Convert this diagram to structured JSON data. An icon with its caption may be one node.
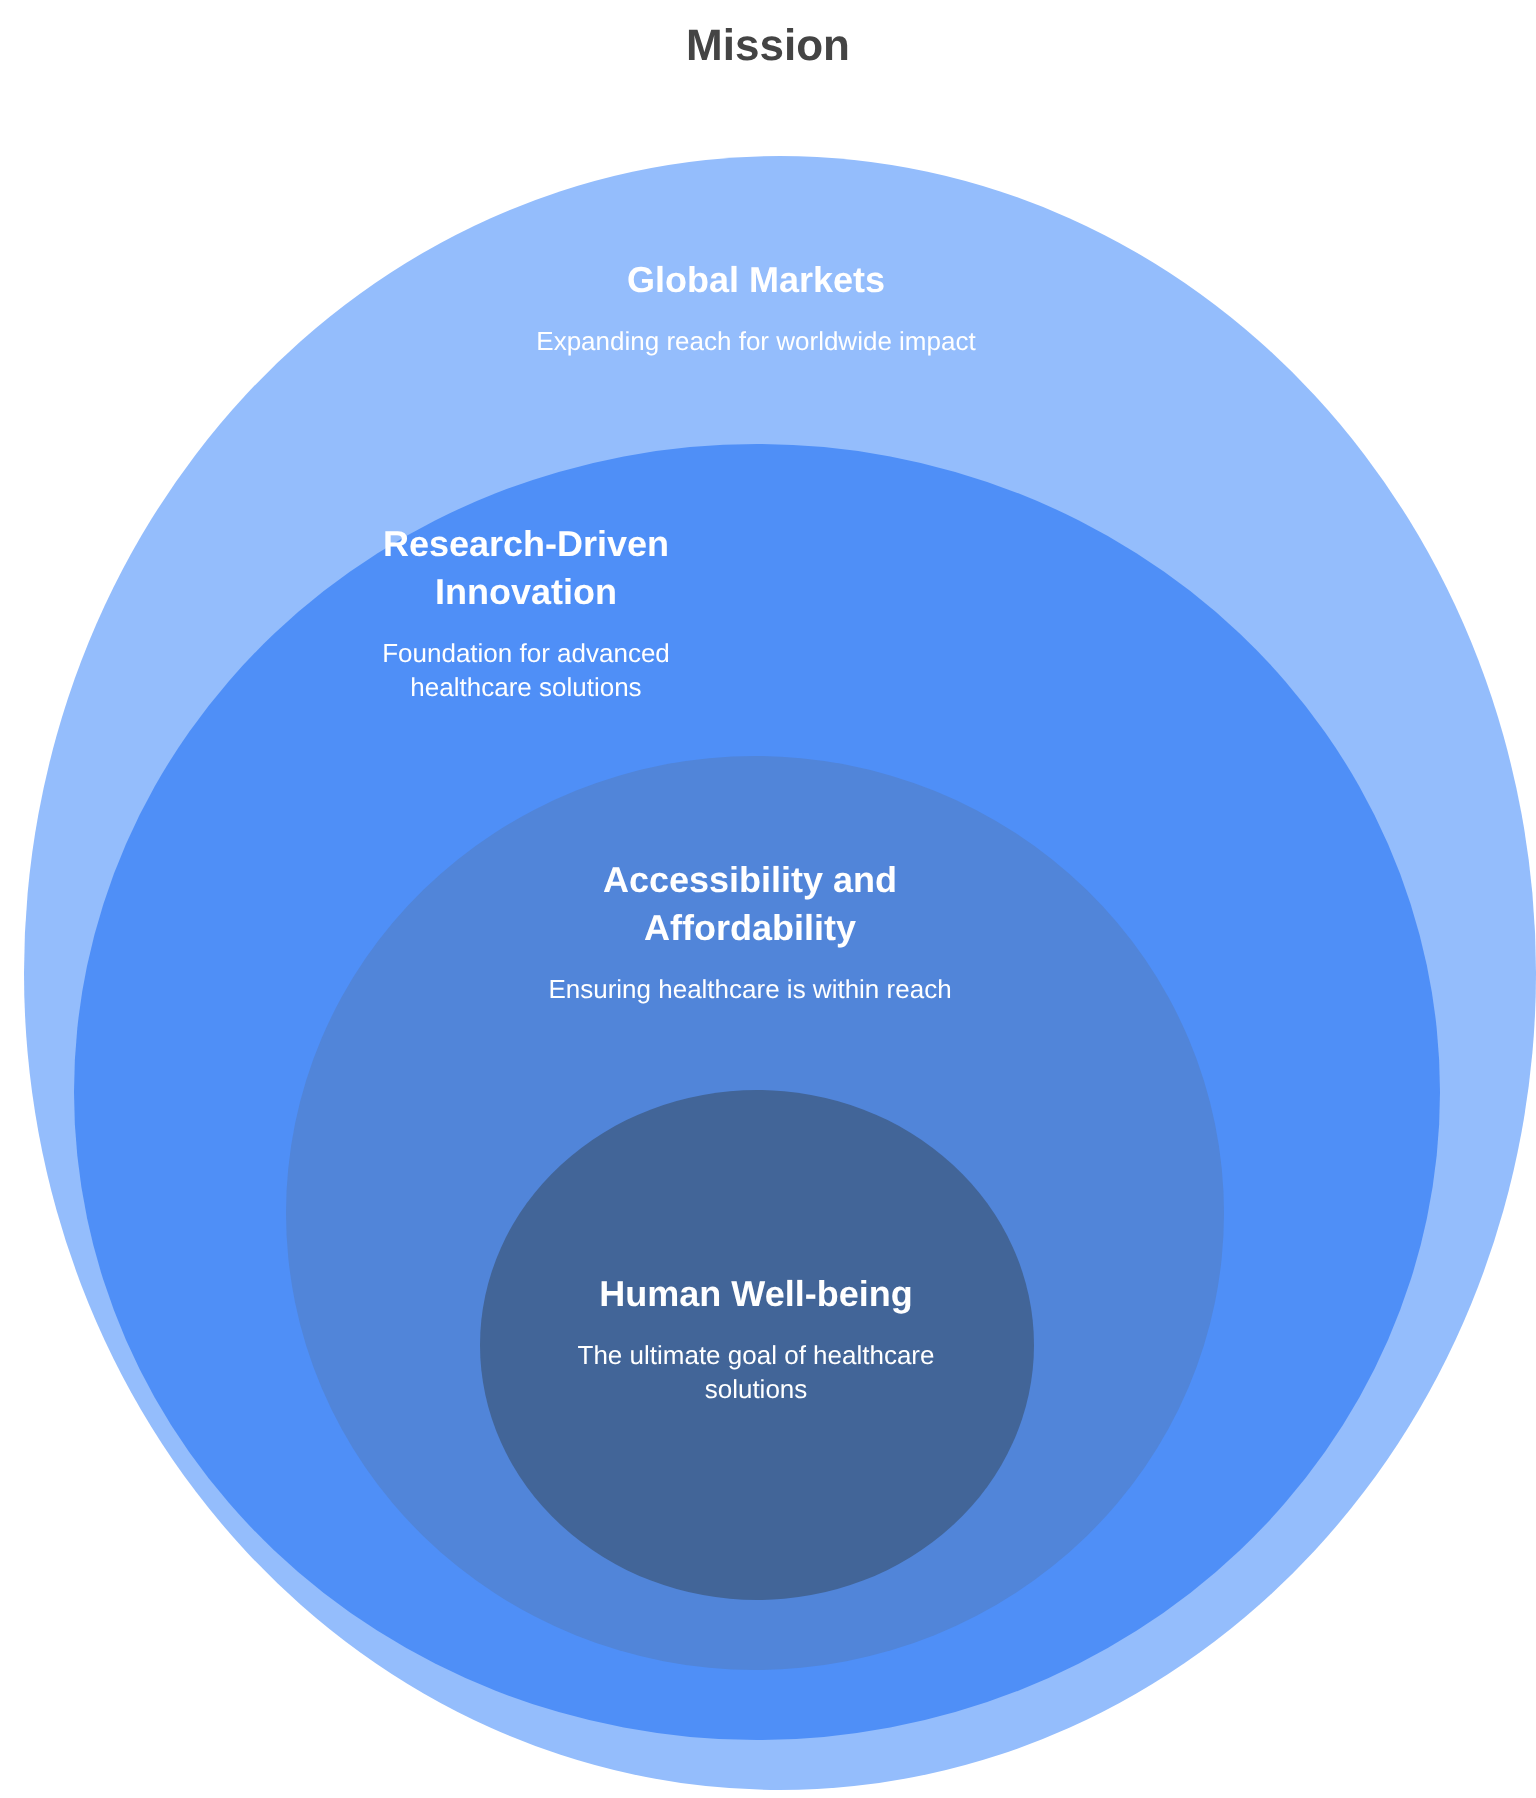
{
  "diagram": {
    "title": "Mission",
    "nodes": [
      {
        "text": [
          "Global Markets",
          "Expanding reach for worldwide impact"
        ]
      },
      {
        "text": [
          "Research-Driven Innovation",
          "Foundation for advanced healthcare solutions"
        ],
        "in": 0
      },
      {
        "text": [
          "Accessibility and Affordability",
          "Ensuring healthcare is within reach"
        ],
        "in": 1
      },
      {
        "text": [
          "Human Well-being",
          "The ultimate goal of healthcare solutions"
        ],
        "in": 2
      }
    ]
  }
}
